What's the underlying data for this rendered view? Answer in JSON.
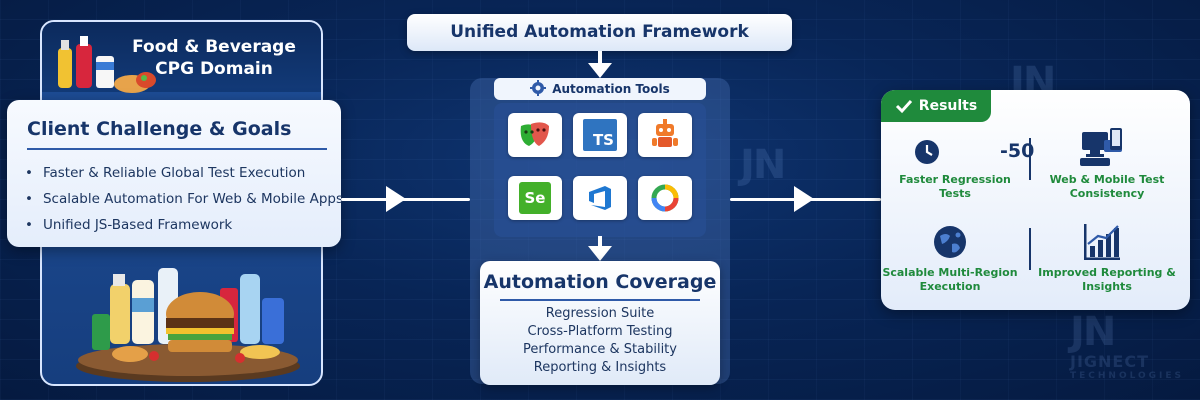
{
  "domain": {
    "title_line1": "Food & Beverage",
    "title_line2": "CPG Domain"
  },
  "challenge": {
    "title": "Client Challenge & Goals",
    "items": [
      "Faster & Reliable Global Test Execution",
      "Scalable Automation For Web & Mobile Apps",
      "Unified JS-Based Framework"
    ]
  },
  "framework": {
    "title": "Unified Automation Framework"
  },
  "tools": {
    "title": "Automation Tools",
    "icons": [
      "playwright-icon",
      "typescript-icon",
      "robot-icon",
      "selenium-icon",
      "azure-devops-icon",
      "lighthouse-icon"
    ],
    "ts_text": "TS",
    "se_text": "Se"
  },
  "coverage": {
    "title": "Automation Coverage",
    "items": [
      "Regression Suite",
      "Cross-Platform Testing",
      "Performance & Stability",
      "Reporting & Insights"
    ]
  },
  "results": {
    "title": "Results",
    "regression_value": "-50",
    "items": [
      "Faster Regression Tests",
      "Web & Mobile Test Consistency",
      "Scalable Multi-Region Execution",
      "Improved Reporting & Insights"
    ]
  },
  "watermark": {
    "logo": "JIGNECT",
    "sub": "TECHNOLOGIES"
  },
  "colors": {
    "background": "#082556",
    "navy_text": "#17356a",
    "green": "#1f8a3c",
    "white": "#ffffff"
  }
}
